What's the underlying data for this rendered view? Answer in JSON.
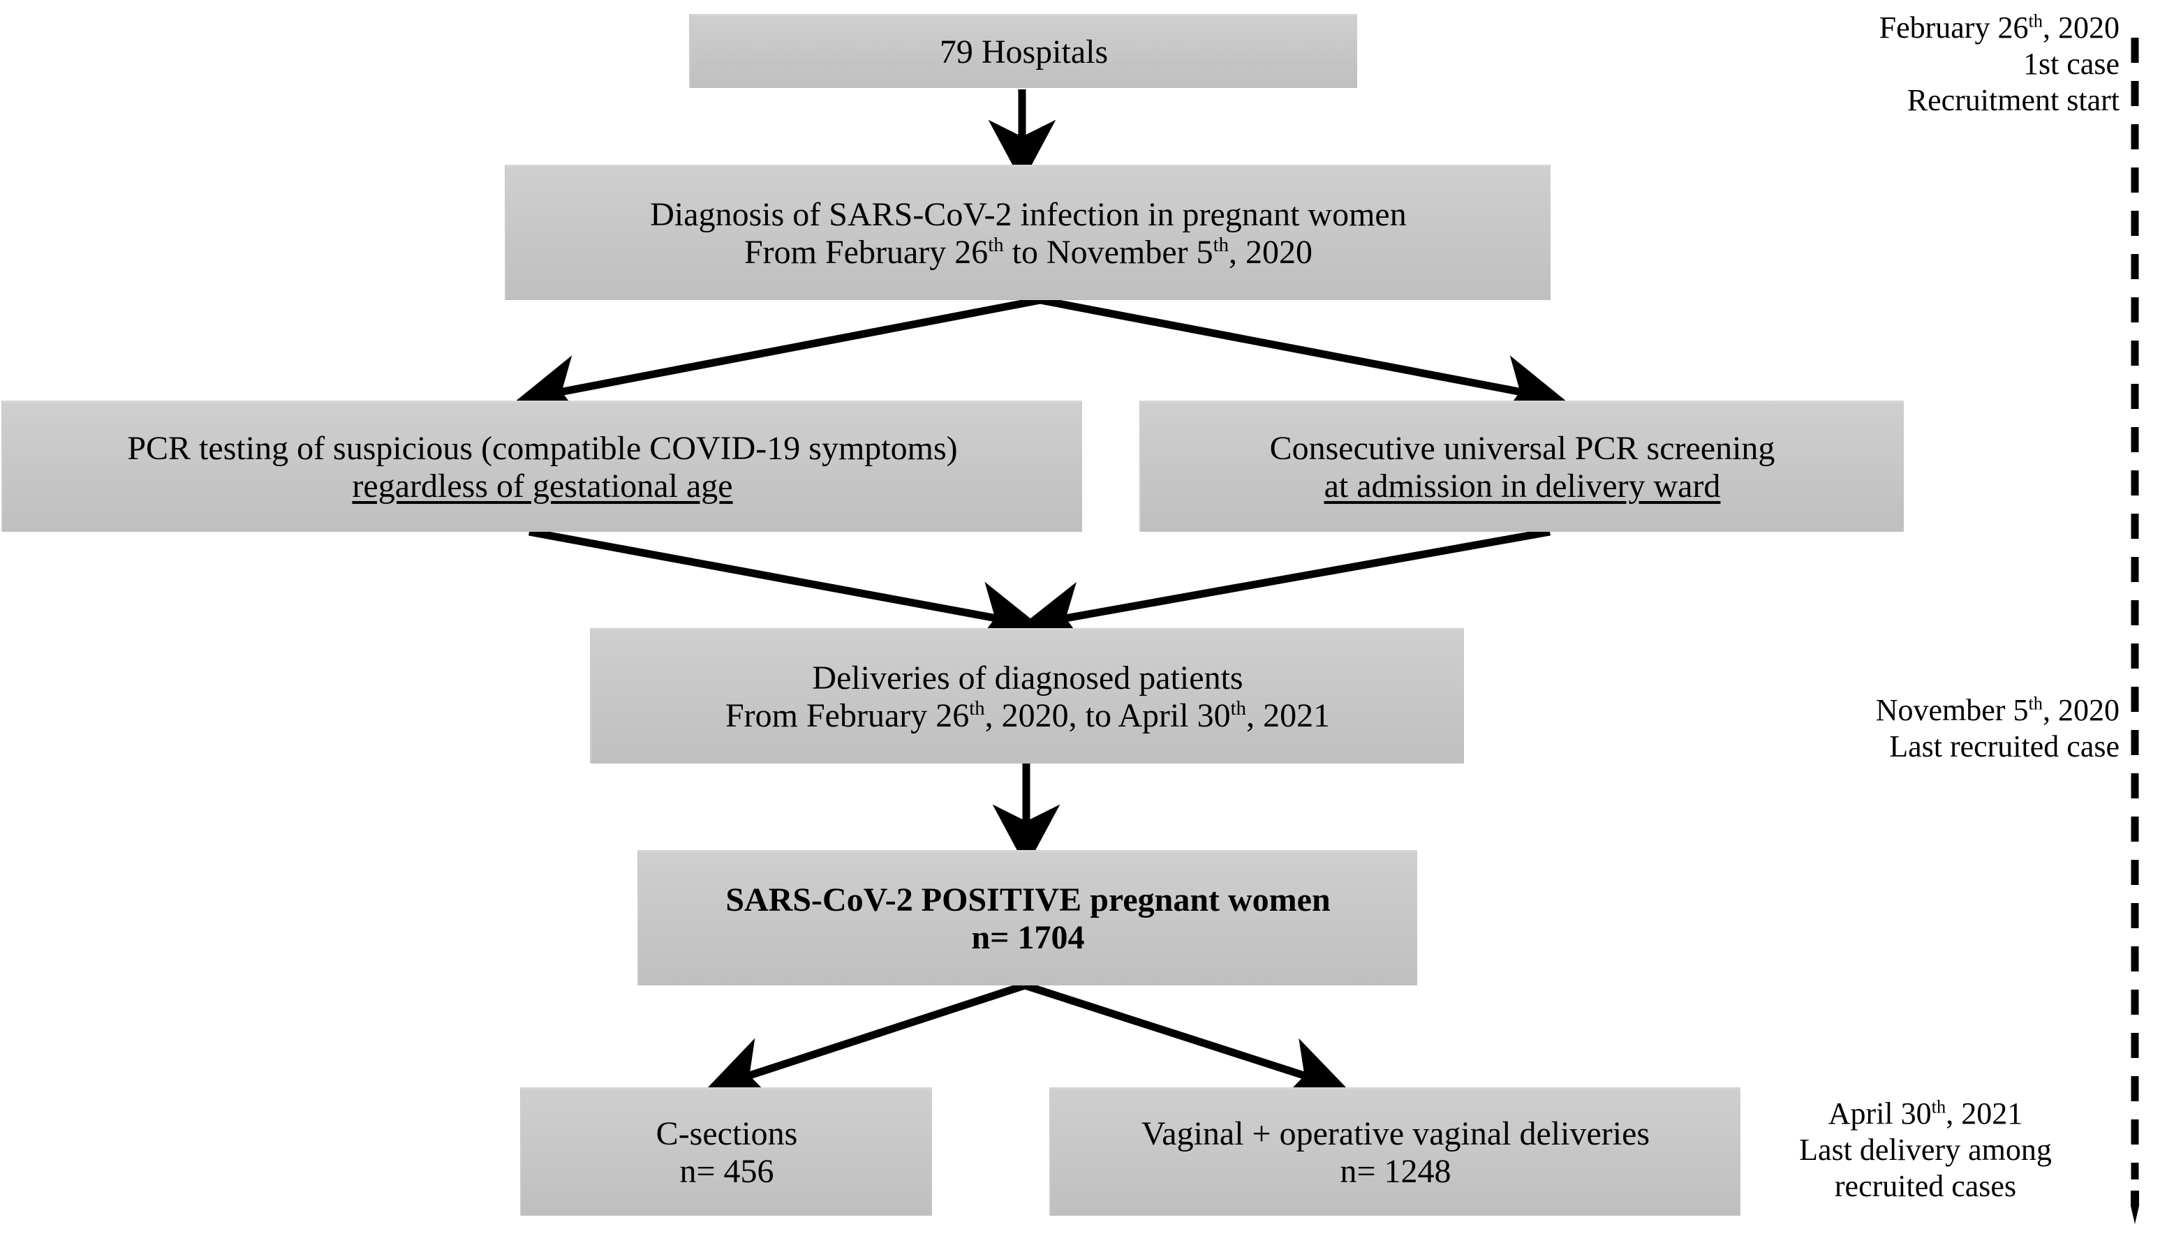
{
  "figure": {
    "type": "flowchart",
    "title": "SARS-CoV-2 pregnant women study flow diagram"
  },
  "boxes": {
    "hospitals": {
      "line1": "79 Hospitals"
    },
    "diagnosis": {
      "line1": "Diagnosis of SARS-CoV-2 infection in pregnant women",
      "line2_a": "From February 26",
      "line2_sup_a": "th",
      "line2_b": " to November 5",
      "line2_sup_b": "th",
      "line2_c": ", 2020"
    },
    "pcr_suspicious": {
      "line1": "PCR testing of suspicious (compatible COVID-19 symptoms)",
      "line2": "regardless of gestational age"
    },
    "pcr_universal": {
      "line1": "Consecutive universal PCR screening",
      "line2": "at admission in delivery ward"
    },
    "deliveries": {
      "line1": "Deliveries of diagnosed patients",
      "line2_a": "From February 26",
      "line2_sup_a": "th",
      "line2_b": ", 2020, to April 30",
      "line2_sup_b": "th",
      "line2_c": ", 2021"
    },
    "positive": {
      "line1": "SARS-CoV-2 POSITIVE pregnant women",
      "line2": "n= 1704",
      "n": 1704
    },
    "csections": {
      "line1": "C-sections",
      "line2": "n= 456",
      "n": 456
    },
    "vaginal": {
      "line1": "Vaginal + operative vaginal deliveries",
      "line2": "n= 1248",
      "n": 1248
    }
  },
  "timeline_notes": {
    "start": {
      "line1_a": "February 26",
      "line1_sup": "th",
      "line1_b": ", 2020",
      "line2": "1st case",
      "line3": "Recruitment start"
    },
    "last_recruited": {
      "line1_a": "November 5",
      "line1_sup": "th",
      "line1_b": ", 2020",
      "line2": "Last recruited case"
    },
    "last_delivery": {
      "line1_a": "April 30",
      "line1_sup": "th",
      "line1_b": ", 2021",
      "line2": "Last delivery among",
      "line3": "recruited cases"
    }
  },
  "colors": {
    "box_fill_top": "#cfcfcf",
    "box_fill_bottom": "#bfbfbf",
    "text": "#000000",
    "arrow": "#000000",
    "page_background": "#ffffff"
  }
}
